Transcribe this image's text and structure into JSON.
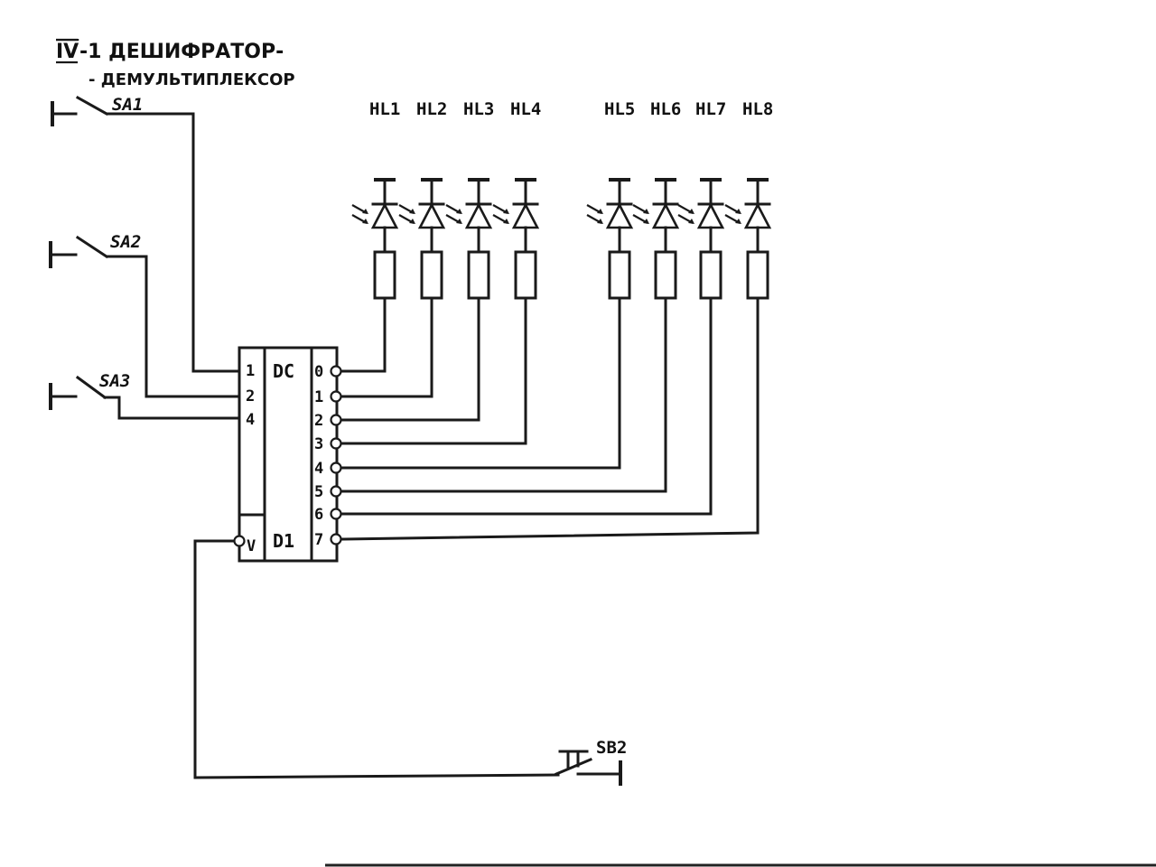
{
  "title": {
    "prefix": "IV",
    "line1": "-1 ДЕШИФРАТОР-",
    "line2": "- ДЕМУЛЬТИПЛЕКСОР"
  },
  "switches": [
    {
      "label": "SA1"
    },
    {
      "label": "SA2"
    },
    {
      "label": "SA3"
    }
  ],
  "button": {
    "label": "SB2"
  },
  "chip": {
    "function_label": "DC",
    "designator": "D1",
    "inputs": [
      "1",
      "2",
      "4"
    ],
    "enable": "V",
    "outputs": [
      "0",
      "1",
      "2",
      "3",
      "4",
      "5",
      "6",
      "7"
    ]
  },
  "leds": [
    {
      "label": "HL1"
    },
    {
      "label": "HL2"
    },
    {
      "label": "HL3"
    },
    {
      "label": "HL4"
    },
    {
      "label": "HL5"
    },
    {
      "label": "HL6"
    },
    {
      "label": "HL7"
    },
    {
      "label": "HL8"
    }
  ]
}
